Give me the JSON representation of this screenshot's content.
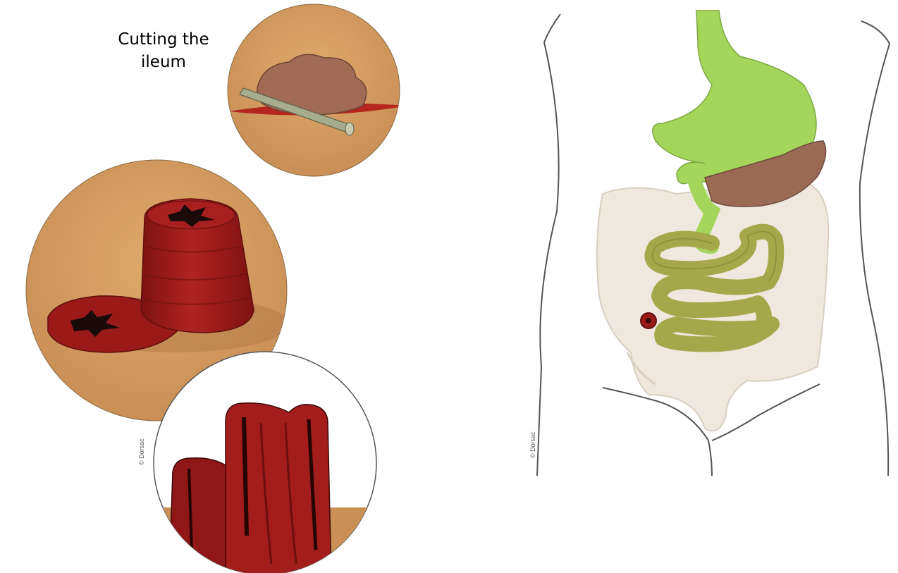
{
  "caption": "Cutting the ileum",
  "copyright_left": "© Dorsac",
  "copyright_right": "© Dorsac",
  "colors": {
    "skin": "#d49a5c",
    "stoma": "#9a1a1a",
    "stomach": "#a3d65a",
    "pancreas": "#9b6a55",
    "small_intestine": "#a5a84a",
    "colon": "#efe8de",
    "outline": "#555555"
  }
}
